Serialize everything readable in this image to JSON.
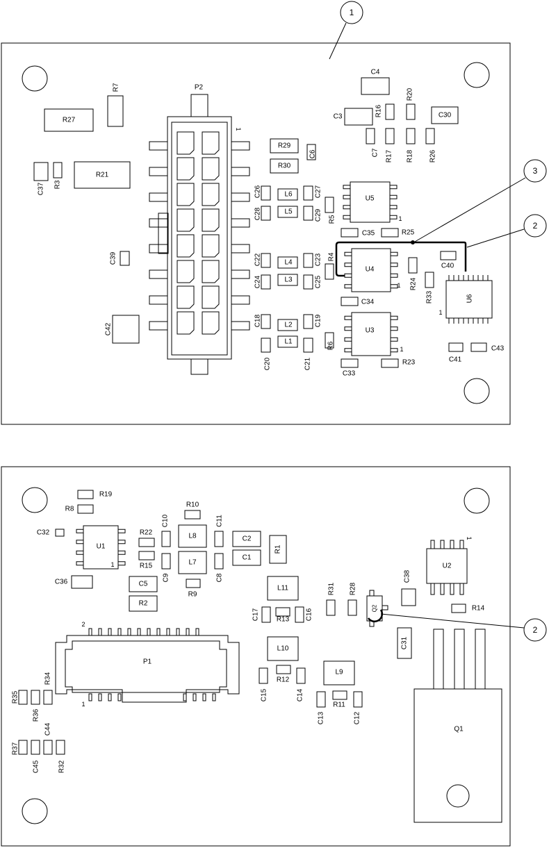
{
  "callouts": [
    "1",
    "2",
    "3",
    "2"
  ],
  "top_board": {
    "labels": [
      "P2",
      "R7",
      "R27",
      "R21",
      "C37",
      "R3",
      "C39",
      "C42",
      "C4",
      "C3",
      "C30",
      "R16",
      "R20",
      "C7",
      "R17",
      "R18",
      "R26",
      "R29",
      "R30",
      "C6",
      "U5",
      "L6",
      "L5",
      "C26",
      "C28",
      "C27",
      "C29",
      "R5",
      "C35",
      "R25",
      "U4",
      "L4",
      "L3",
      "C22",
      "C24",
      "C23",
      "C25",
      "R4",
      "C34",
      "C40",
      "R24",
      "R33",
      "U6",
      "U3",
      "L2",
      "L1",
      "C18",
      "C19",
      "C20",
      "C21",
      "R6",
      "C33",
      "R23",
      "C41",
      "C43"
    ],
    "pin1_marks": [
      "1",
      "1",
      "1",
      "1",
      "1"
    ]
  },
  "bottom_board": {
    "labels": [
      "R19",
      "R8",
      "C32",
      "U1",
      "R22",
      "R15",
      "C36",
      "C10",
      "R10",
      "C11",
      "L8",
      "L7",
      "R9",
      "C9",
      "C8",
      "C5",
      "R2",
      "C2",
      "C1",
      "R1",
      "U2",
      "C38",
      "R14",
      "L11",
      "R31",
      "R28",
      "Q2",
      "C17",
      "R13",
      "C16",
      "C31",
      "P1",
      "L10",
      "R12",
      "C15",
      "C14",
      "L9",
      "R11",
      "C13",
      "C12",
      "Q1",
      "R35",
      "R34",
      "R36",
      "C44",
      "R37",
      "C45",
      "R32"
    ],
    "pin_marks": [
      "1",
      "1",
      "2",
      "1"
    ]
  }
}
